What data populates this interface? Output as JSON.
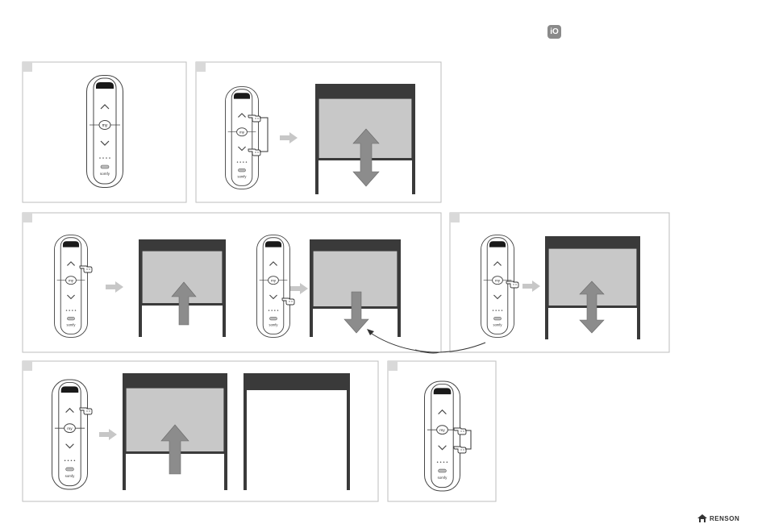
{
  "header": {
    "badge_label": "iO"
  },
  "remote": {
    "my_label": "my",
    "brand_label": "somfy"
  },
  "footer": {
    "logo_text": "RENSON"
  },
  "icons": [
    "io-badge-icon",
    "remote-control-icon",
    "pointing-hand-icon",
    "flow-arrow-icon",
    "shade-up-arrow-icon",
    "shade-down-arrow-icon",
    "shade-up-down-arrow-icon",
    "renson-logo-icon"
  ]
}
